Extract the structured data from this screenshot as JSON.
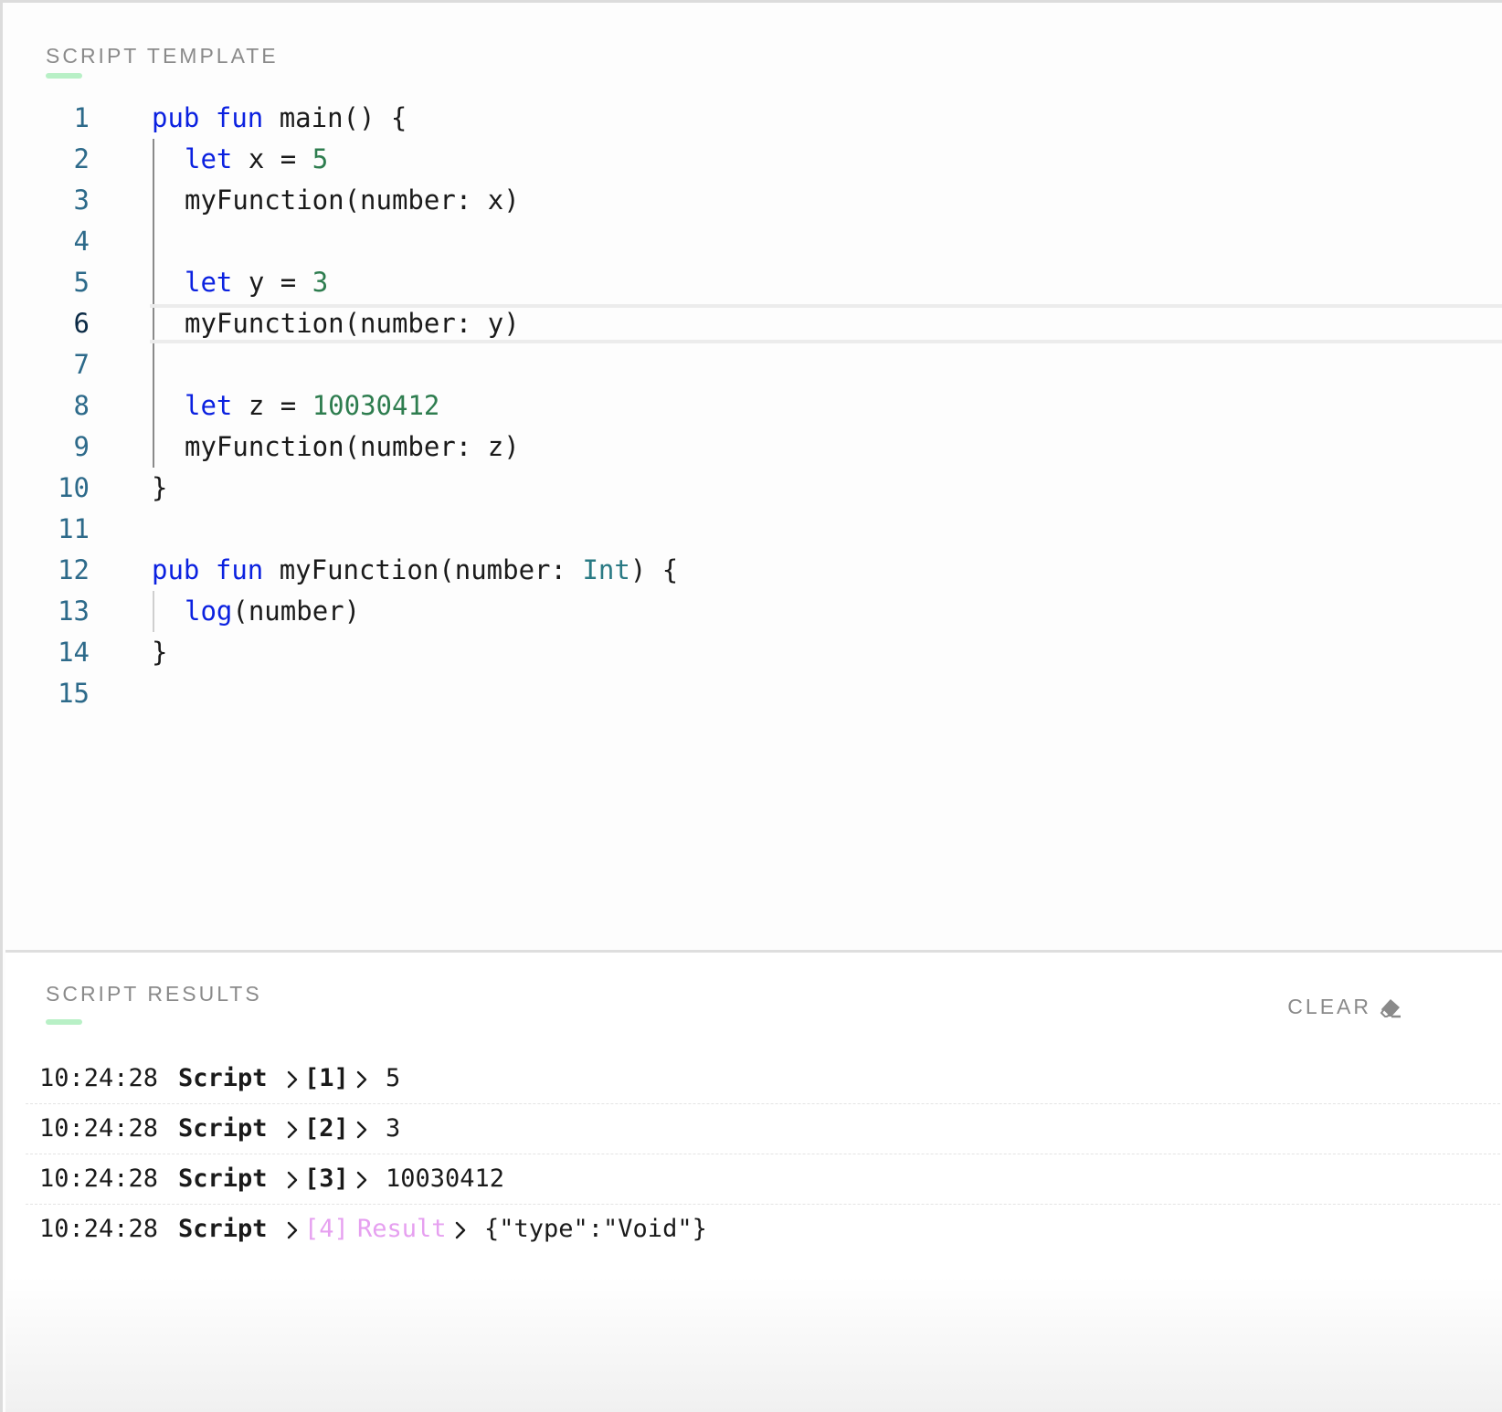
{
  "editor": {
    "title": "SCRIPT TEMPLATE",
    "active_line": 6,
    "lines": [
      {
        "n": "1",
        "tokens": [
          [
            "kw",
            "pub"
          ],
          [
            "p",
            " "
          ],
          [
            "kw",
            "fun"
          ],
          [
            "p",
            " main() {"
          ]
        ]
      },
      {
        "n": "2",
        "tokens": [
          [
            "kw",
            "let"
          ],
          [
            "p",
            " x = "
          ],
          [
            "num",
            "5"
          ]
        ]
      },
      {
        "n": "3",
        "tokens": [
          [
            "p",
            "myFunction(number: x)"
          ]
        ]
      },
      {
        "n": "4",
        "tokens": []
      },
      {
        "n": "5",
        "tokens": [
          [
            "kw",
            "let"
          ],
          [
            "p",
            " y = "
          ],
          [
            "num",
            "3"
          ]
        ]
      },
      {
        "n": "6",
        "tokens": [
          [
            "p",
            "myFunction(number: y)"
          ]
        ]
      },
      {
        "n": "7",
        "tokens": []
      },
      {
        "n": "8",
        "tokens": [
          [
            "kw",
            "let"
          ],
          [
            "p",
            " z = "
          ],
          [
            "num",
            "10030412"
          ]
        ]
      },
      {
        "n": "9",
        "tokens": [
          [
            "p",
            "myFunction(number: z)"
          ]
        ]
      },
      {
        "n": "10",
        "tokens": [
          [
            "p",
            "}"
          ]
        ]
      },
      {
        "n": "11",
        "tokens": []
      },
      {
        "n": "12",
        "tokens": [
          [
            "kw",
            "pub"
          ],
          [
            "p",
            " "
          ],
          [
            "kw",
            "fun"
          ],
          [
            "p",
            " myFunction(number: "
          ],
          [
            "type",
            "Int"
          ],
          [
            "p",
            ") {"
          ]
        ]
      },
      {
        "n": "13",
        "tokens": [
          [
            "kw",
            "log"
          ],
          [
            "p",
            "(number)"
          ]
        ]
      },
      {
        "n": "14",
        "tokens": [
          [
            "p",
            "}"
          ]
        ]
      },
      {
        "n": "15",
        "tokens": []
      }
    ]
  },
  "results": {
    "title": "SCRIPT RESULTS",
    "clear_label": "CLEAR",
    "clear_icon": "eraser-icon",
    "rows": [
      {
        "time": "10:24:28",
        "source": "Script",
        "index": "[1]",
        "label": "",
        "value": "5"
      },
      {
        "time": "10:24:28",
        "source": "Script",
        "index": "[2]",
        "label": "",
        "value": "3"
      },
      {
        "time": "10:24:28",
        "source": "Script",
        "index": "[3]",
        "label": "",
        "value": "10030412"
      },
      {
        "time": "10:24:28",
        "source": "Script",
        "index": "[4]",
        "label": "Result",
        "value": "{\"type\":\"Void\"}"
      }
    ]
  },
  "colors": {
    "keyword": "#0b21e0",
    "number": "#2e7d4f",
    "type": "#2a7a84",
    "line_number": "#2d6a8a",
    "result_highlight": "#e6a0f0",
    "underline_accent": "#b8f0c6"
  }
}
